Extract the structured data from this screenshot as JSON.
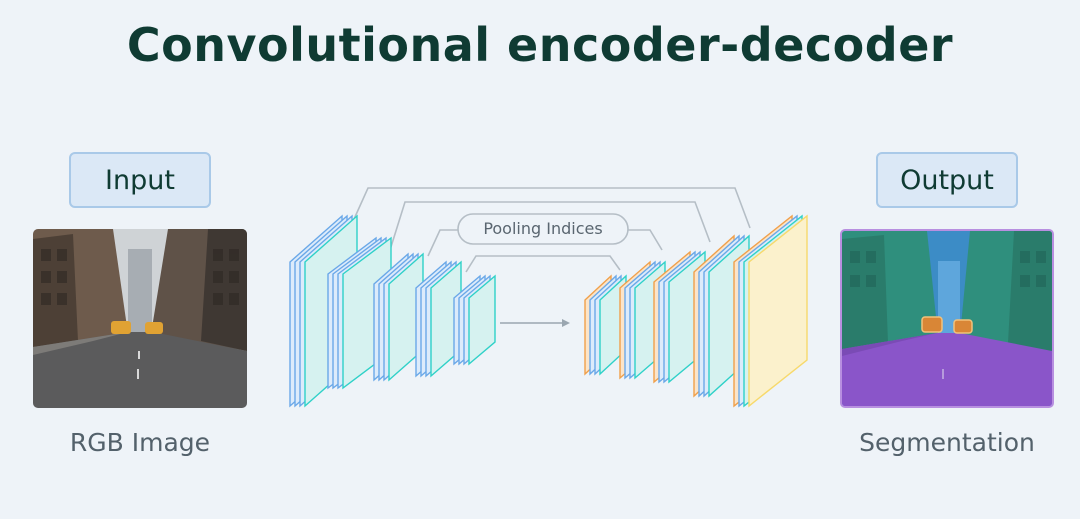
{
  "title": "Convolutional encoder-decoder",
  "input": {
    "label": "Input",
    "caption": "RGB Image"
  },
  "output": {
    "label": "Output",
    "caption": "Segmentation"
  },
  "network": {
    "skip_label": "Pooling Indices"
  },
  "colors": {
    "title": "#0f3b33",
    "encoder_stroke": "#6aa8e8",
    "encoder_accent": "#2fd1c8",
    "decoder_orange": "#f0a04b",
    "decoder_softmax": "#f7d96b",
    "segmentation_road": "#8a55c9",
    "segmentation_overlay": "#2fa58f"
  }
}
